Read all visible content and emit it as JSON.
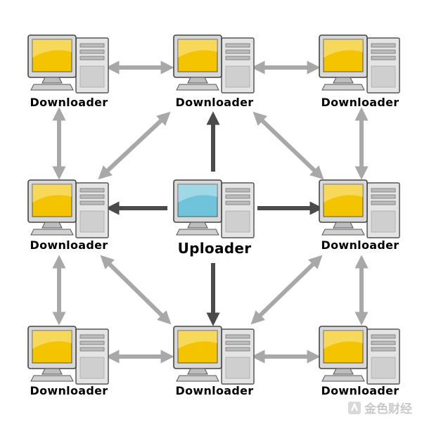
{
  "nodes": {
    "top_left": {
      "label": "Downloader",
      "role": "downloader"
    },
    "top_center": {
      "label": "Downloader",
      "role": "downloader"
    },
    "top_right": {
      "label": "Downloader",
      "role": "downloader"
    },
    "middle_left": {
      "label": "Downloader",
      "role": "downloader"
    },
    "center": {
      "label": "Uploader",
      "role": "uploader"
    },
    "middle_right": {
      "label": "Downloader",
      "role": "downloader"
    },
    "bottom_left": {
      "label": "Downloader",
      "role": "downloader"
    },
    "bottom_center": {
      "label": "Downloader",
      "role": "downloader"
    },
    "bottom_right": {
      "label": "Downloader",
      "role": "downloader"
    }
  },
  "edges": [
    {
      "from": "center",
      "to": "top_center",
      "type": "one-way",
      "color": "dark"
    },
    {
      "from": "center",
      "to": "middle_left",
      "type": "one-way",
      "color": "dark"
    },
    {
      "from": "center",
      "to": "middle_right",
      "type": "one-way",
      "color": "dark"
    },
    {
      "from": "center",
      "to": "bottom_center",
      "type": "one-way",
      "color": "dark"
    },
    {
      "from": "top_left",
      "to": "top_center",
      "type": "two-way",
      "color": "light"
    },
    {
      "from": "top_center",
      "to": "top_right",
      "type": "two-way",
      "color": "light"
    },
    {
      "from": "bottom_left",
      "to": "bottom_center",
      "type": "two-way",
      "color": "light"
    },
    {
      "from": "bottom_center",
      "to": "bottom_right",
      "type": "two-way",
      "color": "light"
    },
    {
      "from": "top_left",
      "to": "middle_left",
      "type": "two-way",
      "color": "light"
    },
    {
      "from": "middle_left",
      "to": "bottom_left",
      "type": "two-way",
      "color": "light"
    },
    {
      "from": "top_right",
      "to": "middle_right",
      "type": "two-way",
      "color": "light"
    },
    {
      "from": "middle_right",
      "to": "bottom_right",
      "type": "two-way",
      "color": "light"
    },
    {
      "from": "top_center",
      "to": "middle_left",
      "type": "two-way",
      "color": "light"
    },
    {
      "from": "top_center",
      "to": "middle_right",
      "type": "two-way",
      "color": "light"
    },
    {
      "from": "middle_left",
      "to": "bottom_center",
      "type": "two-way",
      "color": "light"
    },
    {
      "from": "middle_right",
      "to": "bottom_center",
      "type": "two-way",
      "color": "light"
    }
  ],
  "colors": {
    "downloader_screen": "#f5c400",
    "uploader_screen": "#6fc4dc",
    "dark_arrow": "#4a4a4a",
    "light_arrow": "#a8a8a8"
  },
  "watermark": {
    "text": "金色财经",
    "icon": "jinse-logo-icon"
  }
}
